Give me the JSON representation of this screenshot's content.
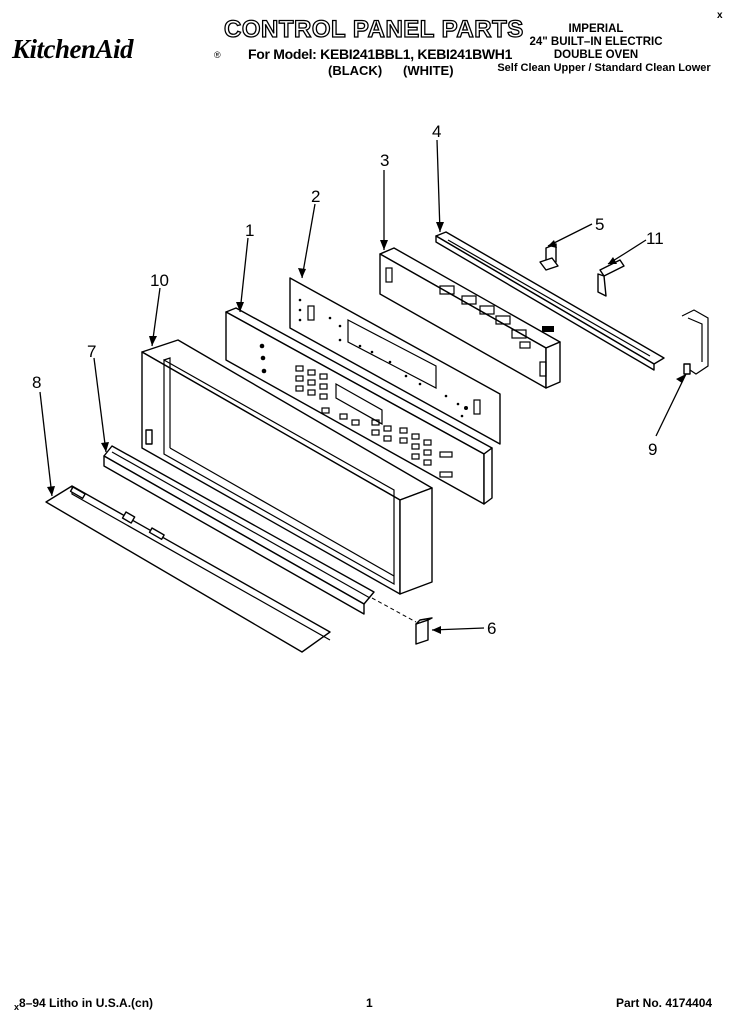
{
  "header": {
    "brand": "KitchenAid",
    "brand_mark": "®",
    "title": "CONTROL PANEL PARTS",
    "model_line": "For Model: KEBI241BBL1, KEBI241BWH1",
    "black_label": "(BLACK)",
    "white_label": "(WHITE)",
    "right_lines": [
      "IMPERIAL",
      "24\" BUILT–IN ELECTRIC",
      "DOUBLE OVEN",
      "Self Clean Upper / Standard Clean Lower"
    ],
    "corner_mark": "x"
  },
  "callouts": {
    "c1": "1",
    "c2": "2",
    "c3": "3",
    "c4": "4",
    "c5": "5",
    "c6": "6",
    "c7": "7",
    "c8": "8",
    "c9": "9",
    "c10": "10",
    "c11": "11"
  },
  "footer": {
    "left": "8–94 Litho in U.S.A.(cn)",
    "left_mark": "x",
    "center": "1",
    "right": "Part No. 4174404"
  }
}
